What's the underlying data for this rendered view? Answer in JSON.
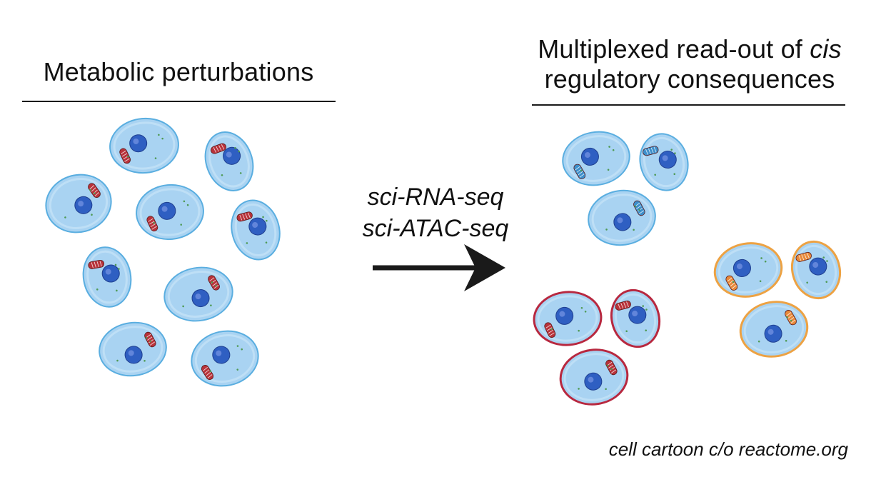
{
  "left_panel": {
    "title": "Metabolic perturbations"
  },
  "right_panel": {
    "title_line1_prefix": "Multiplexed read-out of ",
    "title_line1_emphasis": "cis",
    "title_line2": "regulatory consequences"
  },
  "methods": {
    "line1": "sci-RNA-seq",
    "line2": "sci-ATAC-seq"
  },
  "credit": "cell cartoon c/o reactome.org",
  "colors": {
    "cell_fill": "#a9d3f2",
    "cell_stroke_blue": "#5aaee0",
    "cell_stroke_red": "#b8283f",
    "cell_stroke_orange": "#eda243",
    "nucleus": "#2f5fc2",
    "mito_red": "#b8323a",
    "mito_blue": "#3d8fcb",
    "mito_orange": "#e8893a",
    "arrow": "#1a1a1a"
  },
  "groups": {
    "unsorted": {
      "count": 9,
      "mito_color": "red"
    },
    "sorted_blue": {
      "count": 3,
      "outline": "blue"
    },
    "sorted_red": {
      "count": 3,
      "outline": "red"
    },
    "sorted_orange": {
      "count": 3,
      "outline": "orange"
    }
  }
}
